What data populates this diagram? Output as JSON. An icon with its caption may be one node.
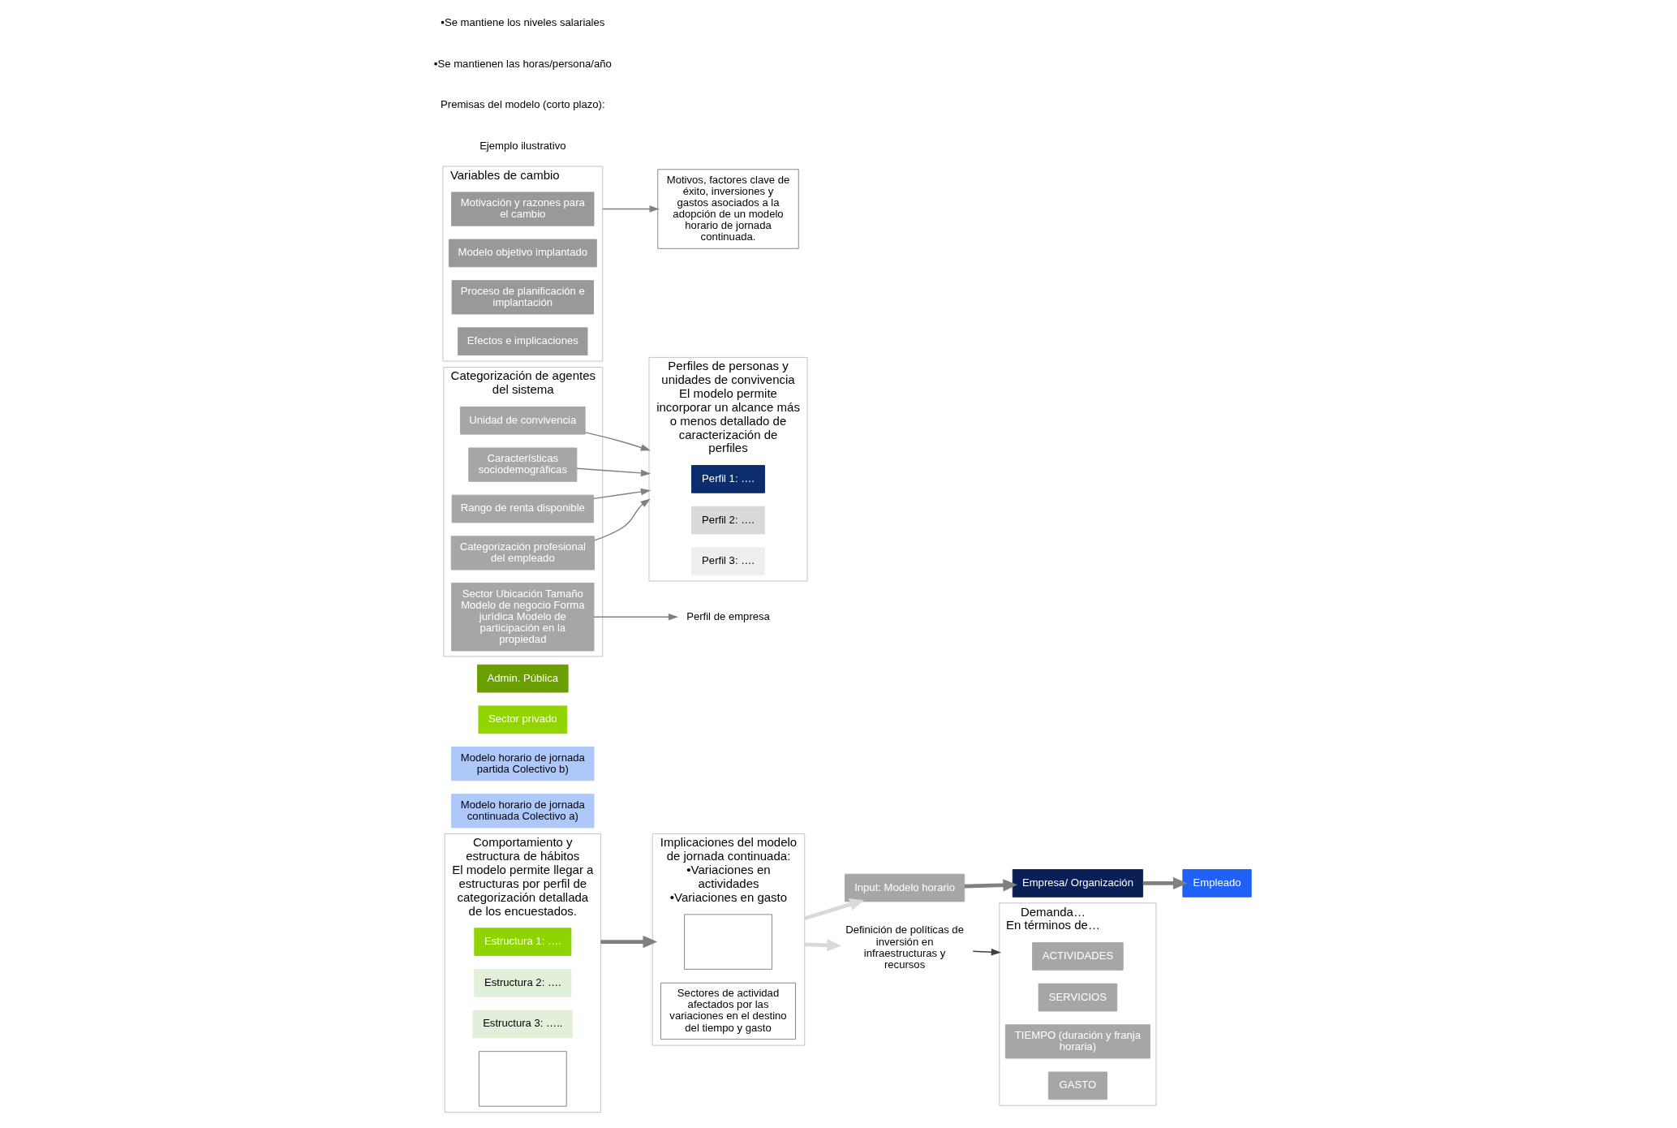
{
  "diagram": {
    "nodes": [
      {
        "text": [
          "Empleado"
        ]
      },
      {
        "text": [
          "Modelo horario de jornada continuada Colectivo a)"
        ]
      },
      {
        "text": [
          "Modelo horario de jornada partida Colectivo b)"
        ]
      },
      {
        "text": [
          "Empresa/ Organización"
        ]
      },
      {
        "text": [
          "Sector privado"
        ]
      },
      {
        "text": [
          "Admin. Pública"
        ]
      },
      {
        "text": [
          "Input: Modelo horario"
        ]
      },
      {
        "text": [
          "Categorización de agentes del sistema"
        ]
      },
      {
        "text": [
          "Unidad de convivencia"
        ],
        "in": 7
      },
      {
        "text": [
          "Características sociodemográficas"
        ],
        "in": 7
      },
      {
        "text": [
          "Rango de renta disponible"
        ],
        "in": 7
      },
      {
        "text": [
          "Categorización profesional del empleado"
        ],
        "in": 7
      },
      {
        "text": [
          "Sector Ubicación Tamaño Modelo de negocio Forma jurídica Modelo de participación en la propiedad"
        ],
        "in": 7
      },
      {
        "text": [
          "Perfiles de personas y unidades de convivencia",
          "El modelo permite incorporar un alcance más o menos detallado de caracterización de perfiles"
        ]
      },
      {
        "text": [
          "Perfil 1: …."
        ],
        "in": 13
      },
      {
        "text": [
          "Perfil 2: …."
        ],
        "in": 13
      },
      {
        "text": [
          "Perfil 3: …."
        ],
        "in": 13
      },
      {
        "text": [
          "Demanda…",
          "En términos de…"
        ]
      },
      {
        "text": [
          "ACTIVIDADES"
        ],
        "in": 17
      },
      {
        "text": [
          "SERVICIOS"
        ],
        "in": 17
      },
      {
        "text": [
          "TIEMPO (duración y franja horaria)"
        ],
        "in": 17
      },
      {
        "text": [
          "GASTO"
        ],
        "in": 17
      },
      {
        "text": [
          "Comportamiento y estructura de hábitos",
          "El modelo permite llegar a estructuras por perfil de categorización detallada de los encuestados."
        ]
      },
      {
        "text": [
          "Estructura 1: …."
        ],
        "in": 22
      },
      {
        "text": [
          "Estructura 2: …."
        ],
        "in": 22
      },
      {
        "text": [
          "Estructura 3: ….."
        ],
        "in": 22
      },
      {
        "text": [],
        "shape": "box",
        "in": 22
      },
      {
        "text": [
          "Perfil de empresa"
        ]
      },
      {
        "text": [
          "Implicaciones del modelo de jornada continuada:",
          "•Variaciones en actividades",
          "•Variaciones en gasto"
        ]
      },
      {
        "text": [],
        "shape": "box",
        "in": 28
      },
      {
        "text": [
          "Sectores de actividad afectados por las variaciones en el destino del tiempo y gasto"
        ],
        "in": 28
      },
      {
        "text": [
          "Variables de cambio"
        ]
      },
      {
        "text": [
          "Motivación y razones para el cambio"
        ],
        "in": 31
      },
      {
        "text": [
          "Modelo objetivo implantado"
        ],
        "in": 31
      },
      {
        "text": [
          "Proceso de planificación e implantación"
        ],
        "in": 31
      },
      {
        "text": [
          "Efectos e implicaciones"
        ],
        "in": 31
      },
      {
        "text": [
          "Motivos, factores clave de éxito, inversiones y gastos asociados a la adopción de un modelo horario de jornada continuada."
        ]
      },
      {
        "text": [
          "Definición de políticas de inversión en infraestructuras y recursos"
        ]
      }
    ],
    "edges": [
      {
        "from": 6,
        "to": 3,
        "arrow": "to",
        "style": "thick"
      },
      {
        "from": 3,
        "to": 0,
        "arrow": "to",
        "style": "thick"
      },
      {
        "from": 8,
        "to": 13,
        "arrow": "to"
      },
      {
        "from": 9,
        "to": 13,
        "arrow": "to"
      },
      {
        "from": 10,
        "to": 13,
        "arrow": "to"
      },
      {
        "from": 11,
        "to": 13,
        "arrow": "to"
      },
      {
        "from": 12,
        "to": 27,
        "arrow": "to"
      },
      {
        "from": 37,
        "to": 17,
        "arrow": "to",
        "color": "#404040"
      },
      {
        "from": 22,
        "to": 28,
        "arrow": "to",
        "style": "thick"
      },
      {
        "from": 31,
        "to": 36,
        "arrow": "to"
      },
      {
        "from": 28,
        "to": 37,
        "arrow": "to",
        "style": "thick",
        "color": "#d9d9d9"
      },
      {
        "from": 28,
        "to": 6,
        "arrow": "to",
        "style": "thick",
        "color": "#d9d9d9"
      }
    ],
    "labels": [
      "Ejemplo ilustrativo",
      "Premisas del modelo (corto plazo):",
      "▪Se mantienen las horas/persona/año",
      "▪Se mantiene los niveles salariales"
    ]
  }
}
